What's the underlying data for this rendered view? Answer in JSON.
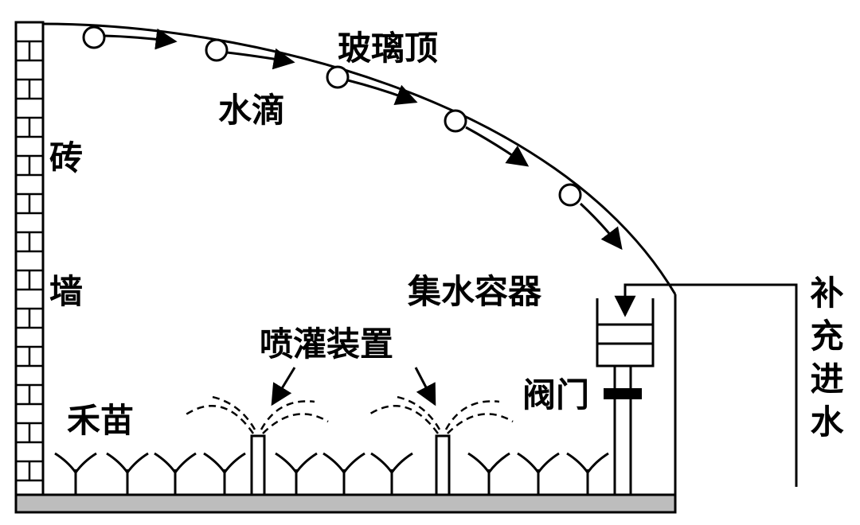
{
  "labels": {
    "glass_roof": "玻璃顶",
    "water_drop": "水滴",
    "brick_wall_top": "砖",
    "brick_wall_bottom": "墙",
    "collector": "集水容器",
    "sprinkler": "喷灌装置",
    "valve": "阀门",
    "seedling": "禾苗",
    "refill": "补充进水"
  },
  "colors": {
    "line": "#000000",
    "ground": "#bdbdbd",
    "background": "#ffffff"
  }
}
